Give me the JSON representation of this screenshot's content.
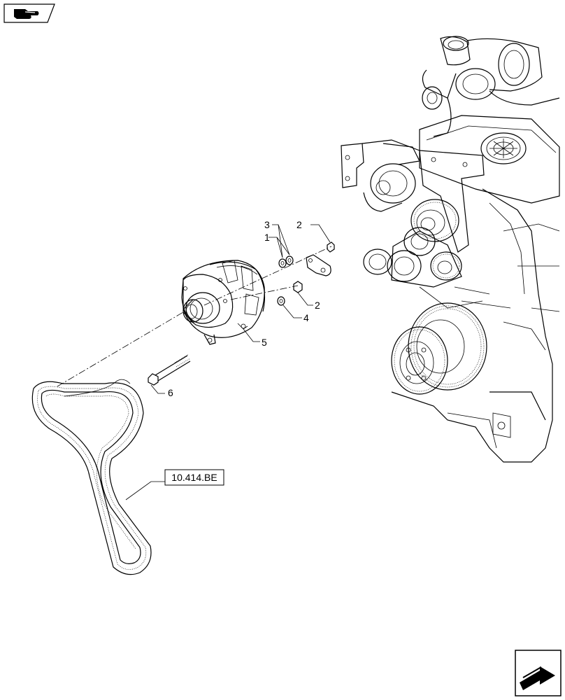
{
  "callouts": {
    "c1": "1",
    "c2a": "2",
    "c2b": "2",
    "c3": "3",
    "c4": "4",
    "c5": "5",
    "c6": "6"
  },
  "reference_box": {
    "text": "10.414.BE"
  },
  "icons": {
    "top_left": "hand-pointing-icon",
    "bottom_right": "arrow-icon"
  }
}
